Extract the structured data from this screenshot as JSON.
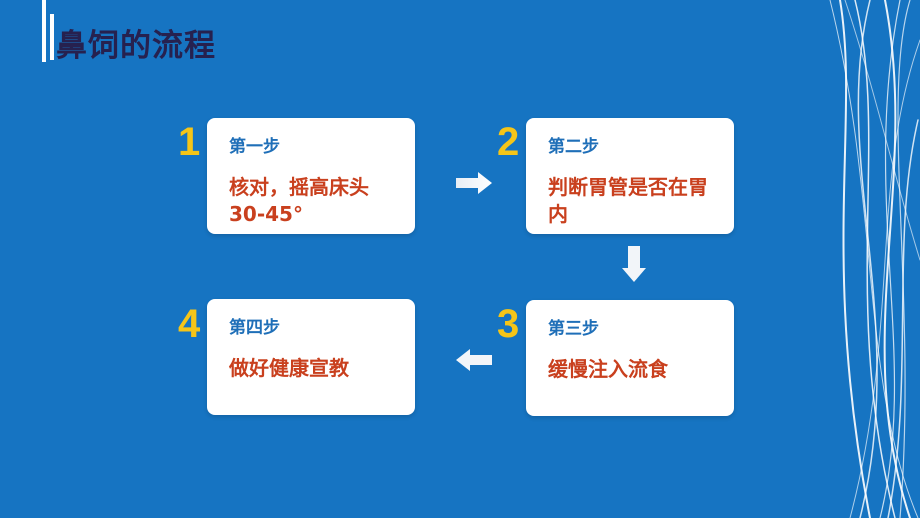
{
  "title": "鼻饲的流程",
  "steps": [
    {
      "number": "1",
      "label": "第一步",
      "text": "核对，摇高床头30-45°"
    },
    {
      "number": "2",
      "label": "第二步",
      "text": "判断胃管是否在胃内"
    },
    {
      "number": "3",
      "label": "第三步",
      "text": "缓慢注入流食"
    },
    {
      "number": "4",
      "label": "第四步",
      "text": "做好健康宣教"
    }
  ],
  "colors": {
    "background": "#1674c2",
    "title": "#26214f",
    "number": "#f5c518",
    "label": "#1f6fb8",
    "text": "#c9401e"
  },
  "icons": {
    "arrow_1_2": "arrow-right-icon",
    "arrow_2_3": "arrow-down-icon",
    "arrow_3_4": "arrow-left-icon"
  }
}
